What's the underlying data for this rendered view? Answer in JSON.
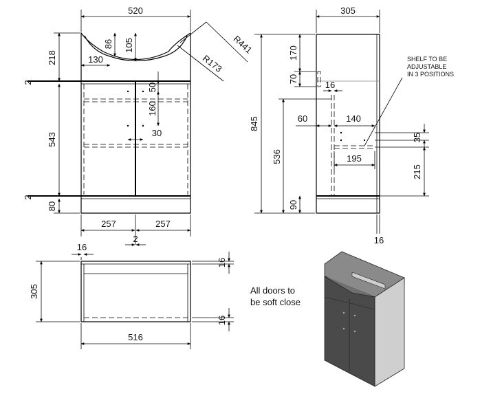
{
  "front_view": {
    "dim_overall_width": "520",
    "dim_depth_86": "86",
    "dim_depth_105": "105",
    "dim_offset_130": "130",
    "dim_top_218": "218",
    "dim_rail_2_top": "2",
    "dim_body_543": "543",
    "dim_rail_2_bottom": "2",
    "dim_plinth_80": "80",
    "dim_handle_50": "50",
    "dim_handle_160": "160",
    "dim_handle_30": "30",
    "dim_door_left_257": "257",
    "dim_door_right_257": "257",
    "dim_gap_2": "2",
    "dim_radius_441": "R441",
    "dim_radius_173": "R173"
  },
  "side_view": {
    "dim_depth_305": "305",
    "dim_height_845": "845",
    "dim_170": "170",
    "dim_70": "70",
    "dim_16": "16",
    "dim_60": "60",
    "dim_140": "140",
    "dim_536": "536",
    "dim_35": "35",
    "dim_195": "195",
    "dim_215": "215",
    "dim_90": "90",
    "dim_16_bottom": "16",
    "shelf_note_line1": "SHELF TO BE",
    "shelf_note_line2": "ADJUSTABLE",
    "shelf_note_line3": "IN 3 POSITIONS"
  },
  "plan_view": {
    "dim_side_16": "16",
    "dim_depth_305": "305",
    "dim_top_16": "16",
    "dim_bottom_16": "16",
    "dim_width_516": "516"
  },
  "notes": {
    "soft_close_line1": "All doors to",
    "soft_close_line2": "be soft close"
  },
  "colors": {
    "line": "#000000",
    "unit_dark": "#4a4a4a",
    "unit_mid": "#8a8a8a",
    "unit_light": "#cfcfcf"
  }
}
